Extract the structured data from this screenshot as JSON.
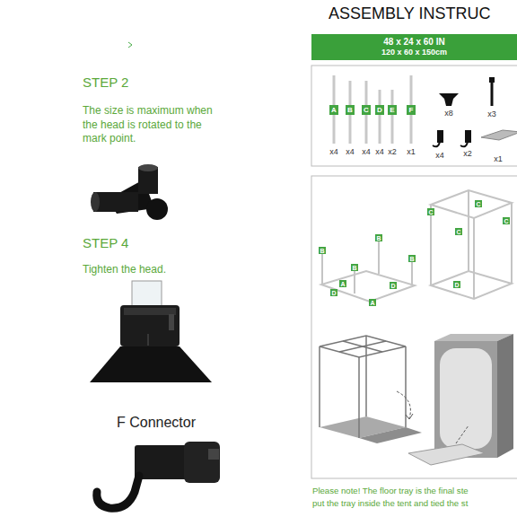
{
  "diagram": {
    "title": "ASSEMBLY INSTRUC",
    "nodes": [
      {
        "text": [
          "48 x 24 x 60 IN",
          "120 x 60 x 150cm"
        ]
      },
      {
        "text": [
          "A"
        ]
      },
      {
        "text": [
          "B"
        ]
      },
      {
        "text": [
          "C"
        ]
      },
      {
        "text": [
          "D"
        ]
      },
      {
        "text": [
          "E"
        ]
      },
      {
        "text": [
          "F"
        ]
      },
      {
        "text": [
          "B"
        ]
      },
      {
        "text": [
          "B"
        ]
      },
      {
        "text": [
          "B"
        ]
      },
      {
        "text": [
          "B"
        ]
      },
      {
        "text": [
          "A"
        ]
      },
      {
        "text": [
          "D"
        ]
      },
      {
        "text": [
          "D"
        ]
      },
      {
        "text": [
          "A"
        ]
      },
      {
        "text": [
          "C"
        ]
      },
      {
        "text": [
          "C"
        ]
      },
      {
        "text": [
          "C"
        ]
      },
      {
        "text": [
          "C"
        ]
      },
      {
        "text": [
          "D"
        ]
      }
    ],
    "labels": [
      "STEP 2",
      "The size is maximum when the head is rotated to the mark point.",
      "STEP 4",
      "Tighten the head.",
      "F Connector",
      "x4",
      "x4",
      "x4",
      "x4",
      "x2",
      "x1",
      "x8",
      "x3",
      "x4",
      "x2",
      "x1",
      "Please note! The floor tray is the final ste",
      "put the tray inside the tent and tied the st"
    ]
  }
}
